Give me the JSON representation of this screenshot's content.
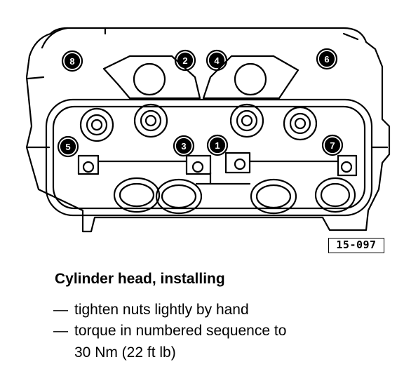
{
  "figure": {
    "id_label": "15-097",
    "bolt_numbers": [
      "1",
      "2",
      "3",
      "4",
      "5",
      "6",
      "7",
      "8"
    ]
  },
  "caption": {
    "title": "Cylinder head, installing",
    "steps": [
      "tighten nuts lightly by hand",
      "torque in numbered sequence to"
    ],
    "step_continuation": "30 Nm (22 ft lb)",
    "bullet": "—"
  }
}
